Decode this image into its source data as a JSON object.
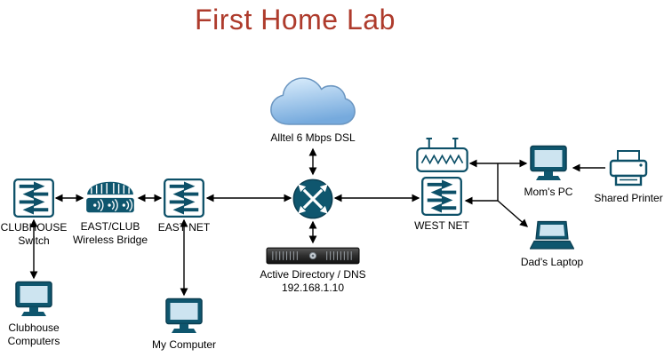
{
  "title": "First Home Lab",
  "colors": {
    "title_red": "#ae3b2c",
    "device_teal": "#0f566e",
    "device_outline": "#0a3d50",
    "screen_light": "#cde4f0",
    "cloud_light": "#ddeffd",
    "cloud_dark": "#76aadd",
    "connector_black": "#000000",
    "server_dark": "#2e2e2e"
  },
  "nodes": {
    "cloud": {
      "label": "Alltel 6 Mbps DSL",
      "icon": "cloud-icon"
    },
    "router": {
      "icon": "router-icon"
    },
    "server": {
      "label": "Active Directory / DNS",
      "ip": "192.168.1.10",
      "icon": "rack-server-icon"
    },
    "clubhouse_switch": {
      "label": "CLUBHOUSE Switch",
      "icon": "switch-icon"
    },
    "wireless_bridge": {
      "label": "EAST/CLUB Wireless Bridge",
      "icon": "wireless-bridge-icon"
    },
    "east_net": {
      "label": "EAST NET",
      "icon": "switch-icon"
    },
    "west_net": {
      "label": "WEST NET",
      "icons": [
        "wireless-ap-icon",
        "switch-icon"
      ]
    },
    "moms_pc": {
      "label": "Mom's PC",
      "icon": "desktop-monitor-icon"
    },
    "shared_printer": {
      "label": "Shared Printer",
      "icon": "printer-icon"
    },
    "dads_laptop": {
      "label": "Dad's Laptop",
      "icon": "laptop-icon"
    },
    "clubhouse_computers": {
      "label": "Clubhouse Computers",
      "icon": "desktop-monitor-icon"
    },
    "my_computer": {
      "label": "My Computer",
      "icon": "desktop-monitor-icon"
    }
  }
}
